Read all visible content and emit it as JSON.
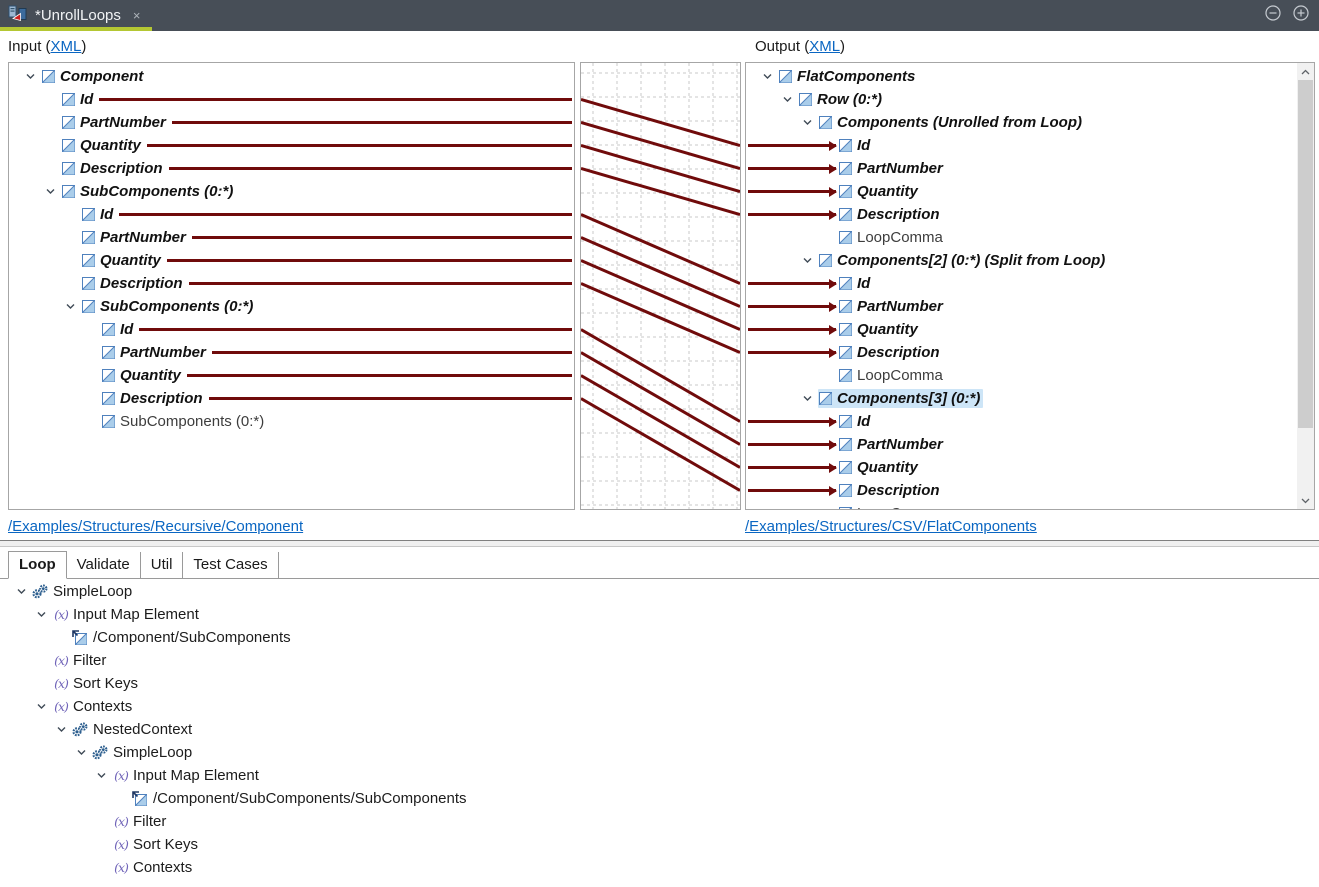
{
  "colors": {
    "map_line": "#700b0b",
    "tab_underline": "#b4c733",
    "bar_bg": "#474e57",
    "selection_bg": "#cde5f7",
    "link": "#0a66c2",
    "grid_line": "#c9c9c9"
  },
  "tab_bar": {
    "tab_title": "*UnrollLoops",
    "close_label": "×"
  },
  "headers": {
    "input_prefix": "Input (",
    "input_link": "XML",
    "input_suffix": ")",
    "output_prefix": "Output (",
    "output_link": "XML",
    "output_suffix": ")"
  },
  "footers": {
    "input_link": "/Examples/Structures/Recursive/Component",
    "output_link": "/Examples/Structures/CSV/FlatComponents"
  },
  "input_tree": {
    "rows": [
      {
        "label": "Component",
        "depth": 0,
        "expanded": true,
        "bold": true
      },
      {
        "label": "Id",
        "depth": 1,
        "bold": true,
        "line": true
      },
      {
        "label": "PartNumber",
        "depth": 1,
        "bold": true,
        "line": true
      },
      {
        "label": "Quantity",
        "depth": 1,
        "bold": true,
        "line": true
      },
      {
        "label": "Description",
        "depth": 1,
        "bold": true,
        "line": true
      },
      {
        "label": "SubComponents (0:*)",
        "depth": 1,
        "expanded": true,
        "bold": true
      },
      {
        "label": "Id",
        "depth": 2,
        "bold": true,
        "line": true
      },
      {
        "label": "PartNumber",
        "depth": 2,
        "bold": true,
        "line": true
      },
      {
        "label": "Quantity",
        "depth": 2,
        "bold": true,
        "line": true
      },
      {
        "label": "Description",
        "depth": 2,
        "bold": true,
        "line": true
      },
      {
        "label": "SubComponents (0:*)",
        "depth": 2,
        "expanded": true,
        "bold": true
      },
      {
        "label": "Id",
        "depth": 3,
        "bold": true,
        "line": true
      },
      {
        "label": "PartNumber",
        "depth": 3,
        "bold": true,
        "line": true
      },
      {
        "label": "Quantity",
        "depth": 3,
        "bold": true,
        "line": true
      },
      {
        "label": "Description",
        "depth": 3,
        "bold": true,
        "line": true
      },
      {
        "label": "SubComponents (0:*)",
        "depth": 3,
        "muted": true
      }
    ]
  },
  "output_tree": {
    "rows": [
      {
        "label": "FlatComponents",
        "depth": 0,
        "expanded": true,
        "bold": true
      },
      {
        "label": "Row (0:*)",
        "depth": 1,
        "expanded": true,
        "bold": true
      },
      {
        "label": "Components (Unrolled from Loop)",
        "depth": 2,
        "expanded": true,
        "bold": true
      },
      {
        "label": "Id",
        "depth": 3,
        "bold": true,
        "arrow": true
      },
      {
        "label": "PartNumber",
        "depth": 3,
        "bold": true,
        "arrow": true
      },
      {
        "label": "Quantity",
        "depth": 3,
        "bold": true,
        "arrow": true
      },
      {
        "label": "Description",
        "depth": 3,
        "bold": true,
        "arrow": true
      },
      {
        "label": "LoopComma",
        "depth": 3,
        "muted": true
      },
      {
        "label": "Components[2] (0:*) (Split from Loop)",
        "depth": 2,
        "expanded": true,
        "bold": true
      },
      {
        "label": "Id",
        "depth": 3,
        "bold": true,
        "arrow": true
      },
      {
        "label": "PartNumber",
        "depth": 3,
        "bold": true,
        "arrow": true
      },
      {
        "label": "Quantity",
        "depth": 3,
        "bold": true,
        "arrow": true
      },
      {
        "label": "Description",
        "depth": 3,
        "bold": true,
        "arrow": true
      },
      {
        "label": "LoopComma",
        "depth": 3,
        "muted": true
      },
      {
        "label": "Components[3] (0:*)",
        "depth": 2,
        "expanded": true,
        "bold": true,
        "selected": true
      },
      {
        "label": "Id",
        "depth": 3,
        "bold": true,
        "arrow": true
      },
      {
        "label": "PartNumber",
        "depth": 3,
        "bold": true,
        "arrow": true
      },
      {
        "label": "Quantity",
        "depth": 3,
        "bold": true,
        "arrow": true
      },
      {
        "label": "Description",
        "depth": 3,
        "bold": true,
        "arrow": true
      },
      {
        "label": "LoopComma",
        "depth": 3,
        "muted": true
      }
    ]
  },
  "mapping": {
    "pairs": [
      [
        1,
        3
      ],
      [
        2,
        4
      ],
      [
        3,
        5
      ],
      [
        4,
        6
      ],
      [
        6,
        9
      ],
      [
        7,
        10
      ],
      [
        8,
        11
      ],
      [
        9,
        12
      ],
      [
        11,
        15
      ],
      [
        12,
        16
      ],
      [
        13,
        17
      ],
      [
        14,
        18
      ]
    ]
  },
  "bottom_panel": {
    "tabs": [
      {
        "label": "Loop",
        "active": true
      },
      {
        "label": "Validate"
      },
      {
        "label": "Util"
      },
      {
        "label": "Test Cases"
      }
    ],
    "tree": [
      {
        "label": "SimpleLoop",
        "depth": 0,
        "icon": "loop",
        "expanded": true
      },
      {
        "label": "Input Map Element",
        "depth": 1,
        "icon": "fx",
        "expanded": true
      },
      {
        "label": "/Component/SubComponents",
        "depth": 2,
        "icon": "node-arrow"
      },
      {
        "label": "Filter",
        "depth": 1,
        "icon": "fx"
      },
      {
        "label": "Sort Keys",
        "depth": 1,
        "icon": "fx"
      },
      {
        "label": "Contexts",
        "depth": 1,
        "icon": "fx",
        "expanded": true
      },
      {
        "label": "NestedContext",
        "depth": 2,
        "icon": "loop",
        "expanded": true
      },
      {
        "label": "SimpleLoop",
        "depth": 3,
        "icon": "loop",
        "expanded": true
      },
      {
        "label": "Input Map Element",
        "depth": 4,
        "icon": "fx",
        "expanded": true
      },
      {
        "label": "/Component/SubComponents/SubComponents",
        "depth": 5,
        "icon": "node-arrow"
      },
      {
        "label": "Filter",
        "depth": 4,
        "icon": "fx"
      },
      {
        "label": "Sort Keys",
        "depth": 4,
        "icon": "fx"
      },
      {
        "label": "Contexts",
        "depth": 4,
        "icon": "fx"
      }
    ]
  }
}
